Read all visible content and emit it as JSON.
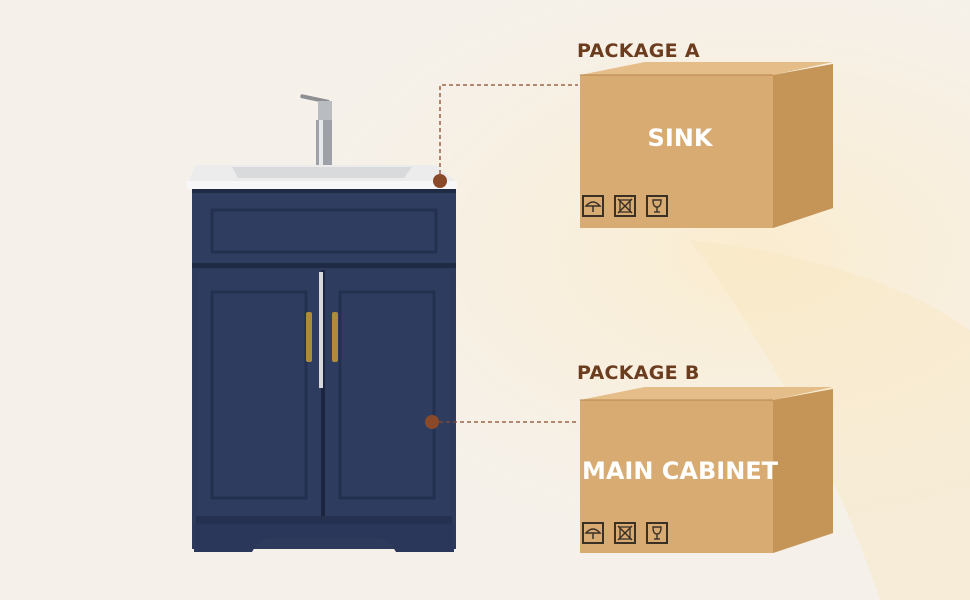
{
  "packages": [
    {
      "tag": "PACKAGE A",
      "contents": "SINK",
      "symbols": [
        "umbrella-icon",
        "no-stack-icon",
        "fragile-glass-icon"
      ]
    },
    {
      "tag": "PACKAGE B",
      "contents": "MAIN CABINET",
      "symbols": [
        "umbrella-icon",
        "no-stack-icon",
        "fragile-glass-icon"
      ]
    }
  ],
  "colors": {
    "background": "#f5f1ea",
    "cabinet": "#2d3a5c",
    "box": "#d7ab72",
    "label": "#6b3c1e",
    "marker": "#8a4a2a"
  }
}
